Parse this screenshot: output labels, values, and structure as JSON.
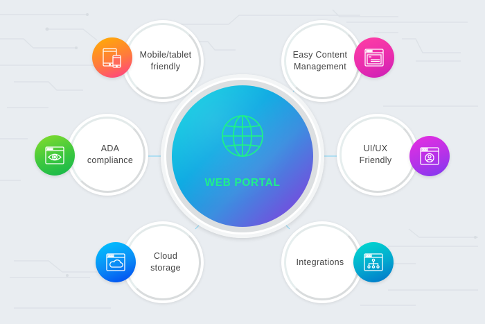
{
  "hub": {
    "title": "WEB PORTAL",
    "icon": "globe-icon",
    "text_color": "#1ef08a",
    "gradient": [
      "#0ad8e0",
      "#0aa9e2",
      "#6d55de",
      "#8a3fe0"
    ]
  },
  "features": [
    {
      "id": "mobile",
      "label": "Mobile/tablet\nfriendly",
      "icon": "tablet-phone-icon",
      "colors": [
        "#ffb000",
        "#ff3d8b"
      ],
      "side": "left"
    },
    {
      "id": "content",
      "label": "Easy Content\nManagement",
      "icon": "browser-content-icon",
      "colors": [
        "#ff3fa4",
        "#d71fb7"
      ],
      "side": "right"
    },
    {
      "id": "ada",
      "label": "ADA\ncompliance",
      "icon": "browser-eye-icon",
      "colors": [
        "#86dd2c",
        "#12b74d"
      ],
      "side": "left"
    },
    {
      "id": "uiux",
      "label": "UI/UX\nFriendly",
      "icon": "browser-user-icon",
      "colors": [
        "#e82fe0",
        "#7d3af0"
      ],
      "side": "right"
    },
    {
      "id": "cloud",
      "label": "Cloud\nstorage",
      "icon": "browser-cloud-icon",
      "colors": [
        "#00c7ff",
        "#0045ef"
      ],
      "side": "left"
    },
    {
      "id": "integrations",
      "label": "Integrations",
      "icon": "browser-sitemap-icon",
      "colors": [
        "#00dccf",
        "#0072c9"
      ],
      "side": "right"
    }
  ],
  "colors": {
    "background": "#e9edf1",
    "connector": "#8fd6f2",
    "label_text": "#444444"
  }
}
